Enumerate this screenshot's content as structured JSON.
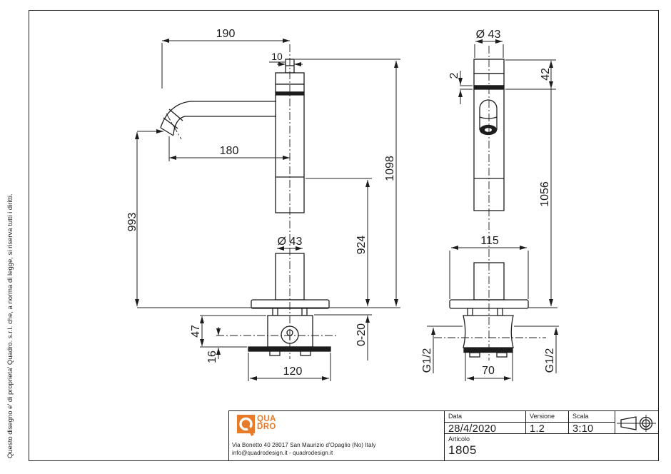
{
  "copyright": "Questo disegno e' di proprieta' Quadro. s.r.l. che, a norma di legge, si riserva tutti i diritti.",
  "dims": {
    "reach_top": "190",
    "stem_width": "10",
    "reach": "180",
    "spout_height": "993",
    "total_height": "1098",
    "upper_height": "924",
    "dia_front": "Ø 43",
    "valve_height": "47",
    "valve_offset": "16",
    "plate_width": "120",
    "mount_range": "0-20",
    "dia_side": "Ø 43",
    "ring_height": "2",
    "cap_height": "42",
    "side_height": "1056",
    "flange_width": "115",
    "base_width": "70",
    "thread_left": "G1/2",
    "thread_right": "G1/2"
  },
  "title_block": {
    "logo_line1": "QUA",
    "logo_line2": "DRO",
    "address_line1": "Via Bonetto 40  28017 San Maurizio d'Opaglio (No) Italy",
    "address_line2": "info@quadrodesign.it  -  quadrodesign.it",
    "data_label": "Data",
    "data_value": "28/4/2020",
    "versione_label": "Versione",
    "versione_value": "1.2",
    "scala_label": "Scala",
    "scala_value": "3:10",
    "articolo_label": "Articolo",
    "articolo_value": "1805"
  },
  "colors": {
    "brand_orange": "#E87B2A",
    "line": "#1c1c1c"
  }
}
